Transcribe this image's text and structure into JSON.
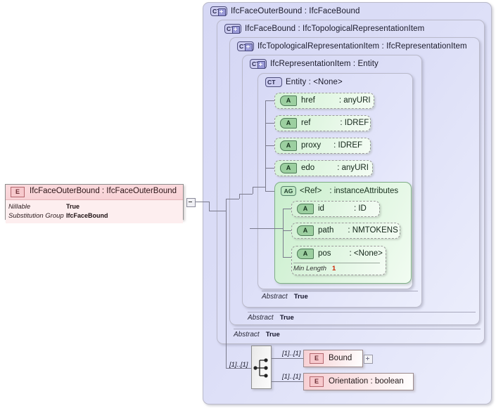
{
  "diagram": {
    "title": "IfcFaceOuterBound XSD element diagram",
    "colors": {
      "complex_type_panel": "#d9dbf6",
      "attribute_green": "#d8f3da",
      "element_pink": "#f8d2d6",
      "facet_value": "#cc2200"
    }
  },
  "source_element": {
    "icon": "element-icon",
    "icon_label": "E",
    "title": "IfcFaceOuterBound : IfcFaceOuterBound",
    "properties": [
      {
        "key": "Nillable",
        "value": "True"
      },
      {
        "key": "Substitution Group",
        "value": "IfcFaceBound"
      }
    ]
  },
  "type_hierarchy": [
    {
      "icon": "complextype-expandable-icon",
      "icon_label": "CT",
      "has_plus": true,
      "title": "IfcFaceOuterBound : IfcFaceBound",
      "abstract_label": "Abstract",
      "abstract_value": ""
    },
    {
      "icon": "complextype-expandable-icon",
      "icon_label": "CT",
      "has_plus": true,
      "title": "IfcFaceBound : IfcTopologicalRepresentationItem",
      "abstract_label": "Abstract",
      "abstract_value": "True"
    },
    {
      "icon": "complextype-expandable-icon",
      "icon_label": "CT",
      "has_plus": true,
      "title": "IfcTopologicalRepresentationItem : IfcRepresentationItem",
      "abstract_label": "Abstract",
      "abstract_value": "True"
    },
    {
      "icon": "complextype-expandable-icon",
      "icon_label": "CT",
      "has_plus": true,
      "title": "IfcRepresentationItem : Entity",
      "abstract_label": "Abstract",
      "abstract_value": "True"
    },
    {
      "icon": "complextype-icon",
      "icon_label": "CT",
      "has_plus": false,
      "title": "Entity    : <None>",
      "abstract_label": "",
      "abstract_value": ""
    }
  ],
  "entity_attributes": [
    {
      "icon": "attribute-icon",
      "icon_label": "A",
      "name": "href",
      "type": ": anyURI"
    },
    {
      "icon": "attribute-icon",
      "icon_label": "A",
      "name": "ref",
      "type": ": IDREF"
    },
    {
      "icon": "attribute-icon",
      "icon_label": "A",
      "name": "proxy",
      "type": ": IDREF"
    },
    {
      "icon": "attribute-icon",
      "icon_label": "A",
      "name": "edo",
      "type": ": anyURI"
    }
  ],
  "attribute_group": {
    "icon": "attributegroup-icon",
    "icon_label": "AG",
    "name": "<Ref>",
    "type": ": instanceAttributes",
    "attributes": [
      {
        "icon": "attribute-icon",
        "icon_label": "A",
        "name": "id",
        "type": ": ID",
        "facet": null
      },
      {
        "icon": "attribute-icon",
        "icon_label": "A",
        "name": "path",
        "type": ": NMTOKENS",
        "facet": null
      },
      {
        "icon": "attribute-icon",
        "icon_label": "A",
        "name": "pos",
        "type": ": <None>",
        "facet": {
          "label": "Min Length",
          "value": "1"
        }
      }
    ]
  },
  "content_model": {
    "compositor": {
      "icon": "sequence-compositor-icon",
      "cardinality": "[1]..[1]"
    },
    "children": [
      {
        "icon": "element-icon",
        "icon_label": "E",
        "label": "Bound",
        "cardinality": "[1]..[1]",
        "expander": "plus-expander-icon",
        "has_expander": true
      },
      {
        "icon": "element-icon",
        "icon_label": "E",
        "label": "Orientation : boolean",
        "cardinality": "[1]..[1]",
        "expander": null,
        "has_expander": false
      }
    ]
  }
}
